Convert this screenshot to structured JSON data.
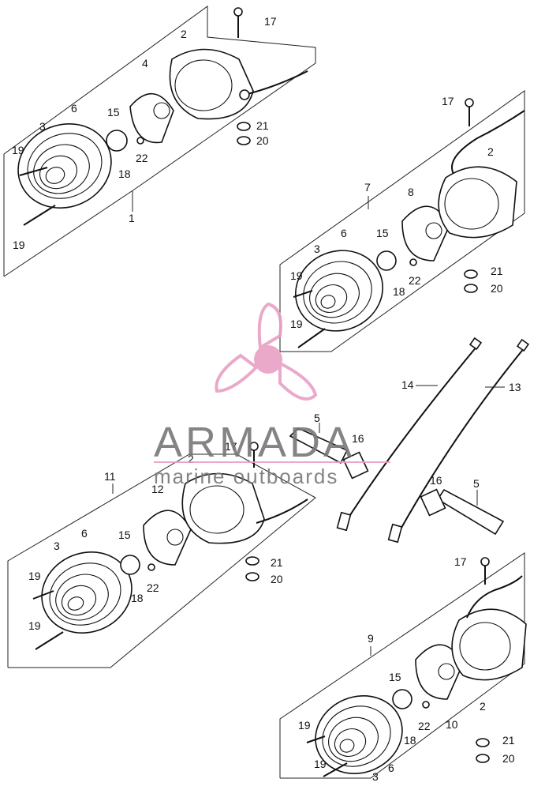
{
  "watermark": {
    "brand": "ARMADA",
    "tagline": "marine outboards",
    "logo_color": "#e8a0c4",
    "text_color": "#777777"
  },
  "callouts": {
    "a1": "1",
    "a2": "2",
    "a3": "3",
    "a4": "4",
    "a6": "6",
    "a15": "15",
    "a17": "17",
    "a18": "18",
    "a19a": "19",
    "a19b": "19",
    "a20": "20",
    "a21": "21",
    "a22": "22",
    "b2": "2",
    "b3": "3",
    "b6": "6",
    "b7": "7",
    "b8": "8",
    "b15": "15",
    "b17": "17",
    "b18": "18",
    "b19a": "19",
    "b19b": "19",
    "b20": "20",
    "b21": "21",
    "b22": "22",
    "c2": "2",
    "c3": "3",
    "c6": "6",
    "c11": "11",
    "c12": "12",
    "c15": "15",
    "c17": "17",
    "c18": "18",
    "c19a": "19",
    "c19b": "19",
    "c20": "20",
    "c21": "21",
    "c22": "22",
    "d2": "2",
    "d3": "3",
    "d6": "6",
    "d9": "9",
    "d10": "10",
    "d15": "15",
    "d17": "17",
    "d18": "18",
    "d19a": "19",
    "d19b": "19",
    "d20": "20",
    "d21": "21",
    "d22": "22",
    "m5a": "5",
    "m5b": "5",
    "m13": "13",
    "m14": "14",
    "m16a": "16",
    "m16b": "16"
  }
}
